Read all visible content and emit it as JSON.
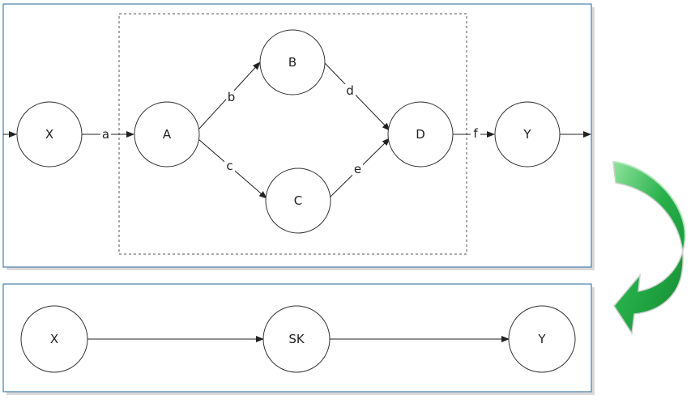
{
  "colors": {
    "panel_border": "#4a7ea8",
    "panel_shadow": "#b9b9b9",
    "node_stroke": "#333333",
    "edge": "#222222",
    "group_border": "#555555",
    "arrow_fill": "#1a9a3a",
    "arrow_light": "#7ed98e"
  },
  "icons": {
    "transform_arrow": "curved-arrow-icon"
  },
  "top": {
    "nodes": {
      "x": "X",
      "a": "A",
      "b": "B",
      "c": "C",
      "d": "D",
      "y": "Y"
    },
    "edges": {
      "a": "a",
      "b": "b",
      "c": "c",
      "d": "d",
      "e": "e",
      "f": "f"
    }
  },
  "bottom": {
    "nodes": {
      "x": "X",
      "sk": "SK",
      "y": "Y"
    }
  }
}
